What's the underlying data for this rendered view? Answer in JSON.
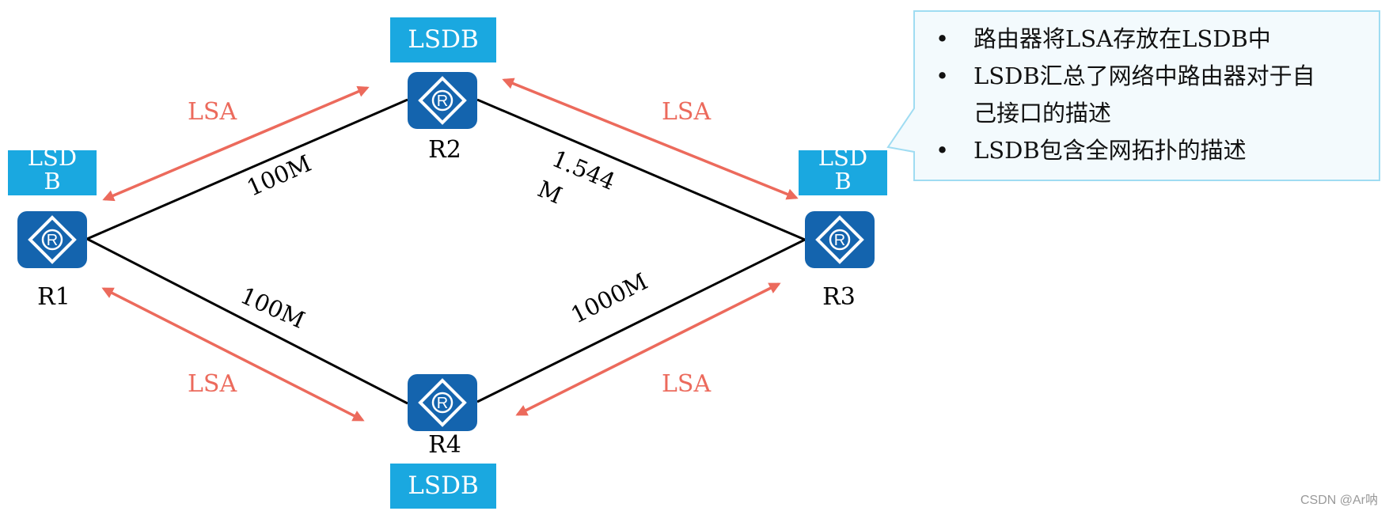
{
  "colors": {
    "lsdb_fill": "#1aa8e0",
    "router_fill": "#1464ae",
    "lsa_arrow": "#ec6a5c",
    "link": "#000000",
    "callout_fill": "#f3fafd",
    "callout_border": "#9fdcf2"
  },
  "routers": [
    {
      "id": "R1",
      "label": "R1",
      "icon": "router-icon"
    },
    {
      "id": "R2",
      "label": "R2",
      "icon": "router-icon"
    },
    {
      "id": "R3",
      "label": "R3",
      "icon": "router-icon"
    },
    {
      "id": "R4",
      "label": "R4",
      "icon": "router-icon"
    }
  ],
  "lsdb": {
    "R1": "LSDB",
    "R2": "LSDB",
    "R3": "LSDB",
    "R4": "LSDB"
  },
  "links": [
    {
      "from": "R1",
      "to": "R2",
      "bandwidth": "100M"
    },
    {
      "from": "R2",
      "to": "R3",
      "bandwidth_line1": "1.544",
      "bandwidth_line2": "M"
    },
    {
      "from": "R1",
      "to": "R4",
      "bandwidth": "100M"
    },
    {
      "from": "R4",
      "to": "R3",
      "bandwidth": "1000M"
    }
  ],
  "lsa_arrows": [
    {
      "between": "R1-R2",
      "label": "LSA"
    },
    {
      "between": "R2-R3",
      "label": "LSA"
    },
    {
      "between": "R1-R4",
      "label": "LSA"
    },
    {
      "between": "R4-R3",
      "label": "LSA"
    }
  ],
  "callout": {
    "bullet": "•",
    "items": [
      "路由器将LSA存放在LSDB中",
      "LSDB汇总了网络中路由器对于自",
      "己接口的描述",
      "LSDB包含全网拓扑的描述"
    ]
  },
  "watermark": "CSDN @Ar呐"
}
